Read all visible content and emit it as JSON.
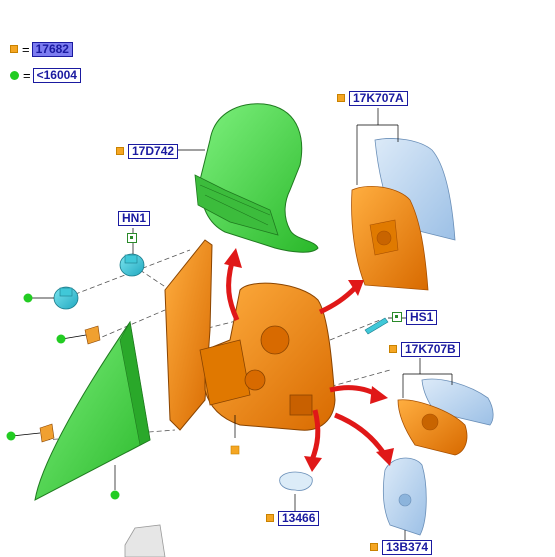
{
  "legend": {
    "part_type_label": "17682",
    "dot_label": "<16004",
    "equals": "="
  },
  "callouts": {
    "cover": "17D742",
    "glass_top": "17K707A",
    "glass_bottom": "17K707B",
    "hn1": "HN1",
    "hs1": "HS1",
    "bulb": "13466",
    "lamp": "13B374"
  },
  "colors": {
    "green_part": "#44d044",
    "orange_part": "#f08c10",
    "glass": "#b8d4f0",
    "teal_part": "#40c8d8",
    "red_arrow": "#e01818",
    "label_blue": "#1a1aa0",
    "marker_orange": "#f5a623",
    "marker_green": "#22cc22"
  }
}
